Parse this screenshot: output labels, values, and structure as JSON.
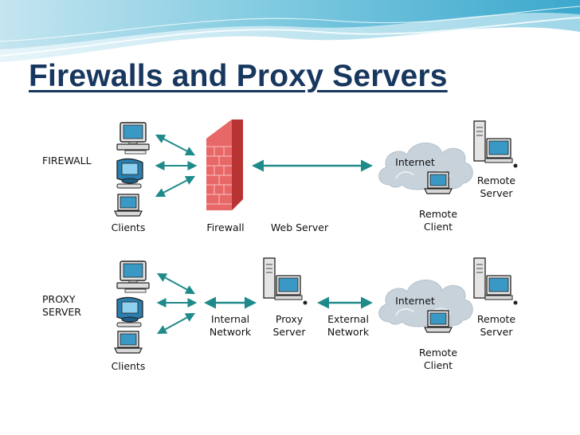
{
  "title": "Firewalls and Proxy Servers",
  "colors": {
    "title": "#17375e",
    "arrow": "#1f8a8a",
    "brick": "#e06060",
    "cloud": "#c8d3dc"
  },
  "firewall_section": {
    "section_label": [
      "FIREWALL"
    ],
    "clients_label": "Clients",
    "firewall_label": "Firewall",
    "web_server_label": "Web Server",
    "internet_label": "Internet",
    "remote_client_label": [
      "Remote",
      "Client"
    ],
    "remote_server_label": [
      "Remote",
      "Server"
    ]
  },
  "proxy_section": {
    "section_label": [
      "PROXY",
      "SERVER"
    ],
    "clients_label": "Clients",
    "internal_network_label": [
      "Internal",
      "Network"
    ],
    "proxy_server_label": [
      "Proxy",
      "Server"
    ],
    "external_network_label": [
      "External",
      "Network"
    ],
    "internet_label": "Internet",
    "remote_client_label": [
      "Remote",
      "Client"
    ],
    "remote_server_label": [
      "Remote",
      "Server"
    ]
  },
  "icons": [
    "desktop-computer-icon",
    "imac-computer-icon",
    "laptop-icon",
    "brick-wall-icon",
    "tower-server-icon",
    "cloud-icon",
    "double-arrow-icon"
  ]
}
